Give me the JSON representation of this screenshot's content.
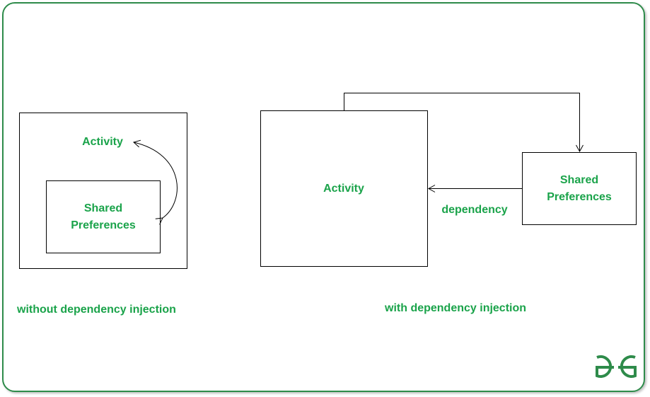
{
  "left_diagram": {
    "activity_label": "Activity",
    "shared_prefs_line1": "Shared",
    "shared_prefs_line2": "Preferences",
    "caption": "without dependency injection"
  },
  "right_diagram": {
    "activity_label": "Activity",
    "shared_prefs_line1": "Shared",
    "shared_prefs_line2": "Preferences",
    "arrow_label": "dependency",
    "caption": "with dependency injection"
  },
  "colors": {
    "text_green": "#1aa34a",
    "frame_green": "#2e8b4a",
    "line": "#000000"
  },
  "logo": {
    "icon": "gfg-logo-icon"
  }
}
